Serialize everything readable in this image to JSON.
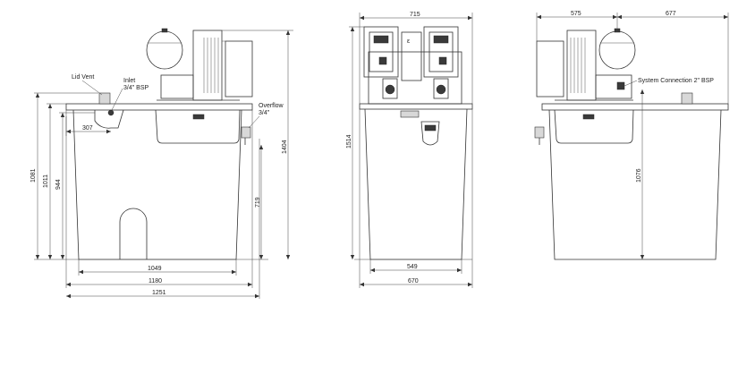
{
  "labels": {
    "lid_vent": "Lid Vent",
    "inlet_line1": "Inlet",
    "inlet_line2": "3/4\" BSP",
    "overflow_line1": "Overflow",
    "overflow_line2": "3/4\"",
    "system_connection": "System Connection 2\" BSP"
  },
  "dimensions": {
    "front": {
      "d307": "307",
      "d1049": "1049",
      "d1180": "1180",
      "d1251": "1251",
      "d1081": "1081",
      "d1011": "1011",
      "d944": "944",
      "d719": "719",
      "d1404": "1404"
    },
    "side": {
      "d715": "715",
      "d549": "549",
      "d670": "670",
      "d1514": "1514"
    },
    "rear": {
      "d575": "575",
      "d677": "677",
      "d1076": "1076"
    }
  }
}
